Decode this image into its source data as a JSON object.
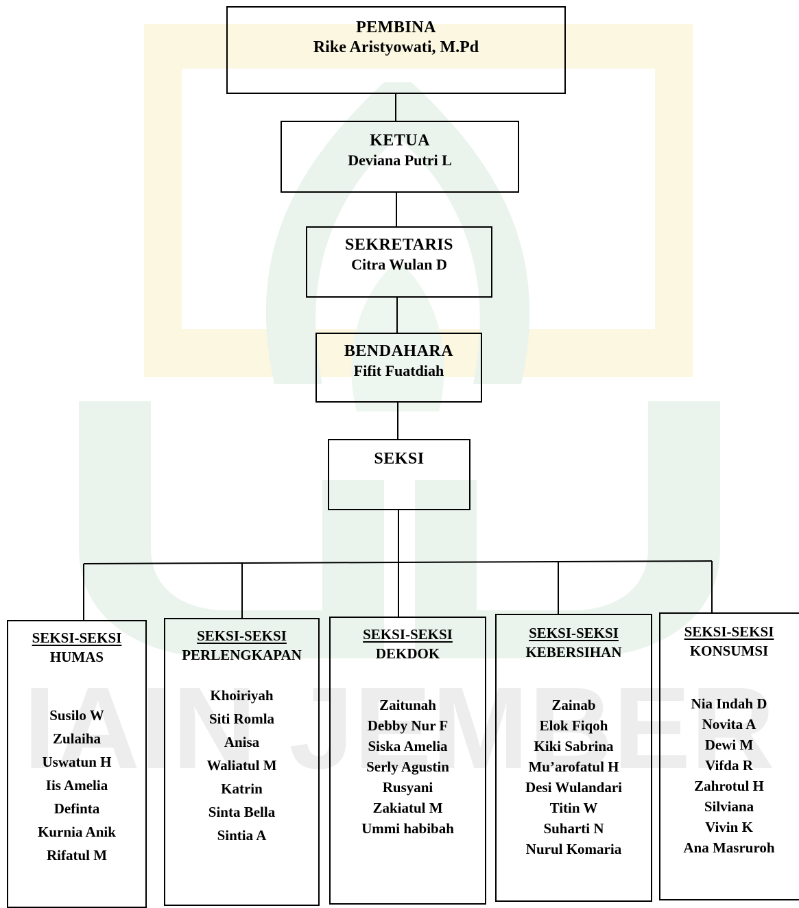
{
  "watermark_text": "IAIN JEMBER",
  "pembina": {
    "role": "PEMBINA",
    "name": "Rike Aristyowati, M.Pd"
  },
  "ketua": {
    "role": "KETUA",
    "name": "Deviana Putri L"
  },
  "sekretaris": {
    "role": "SEKRETARIS",
    "name": "Citra Wulan D"
  },
  "bendahara": {
    "role": "BENDAHARA",
    "name": "Fifit Fuatdiah"
  },
  "seksi": {
    "role": "SEKSI"
  },
  "sections": [
    {
      "title": "SEKSI-SEKSI",
      "subtitle": "HUMAS",
      "members": [
        "Susilo W",
        "Zulaiha",
        "Uswatun H",
        "Iis Amelia",
        "Definta",
        "Kurnia Anik",
        "Rifatul M"
      ]
    },
    {
      "title": "SEKSI-SEKSI",
      "subtitle": "PERLENGKAPAN",
      "members": [
        "Khoiriyah",
        "Siti Romla",
        "Anisa",
        "Waliatul M",
        "Katrin",
        "Sinta Bella",
        "Sintia A"
      ]
    },
    {
      "title": "SEKSI-SEKSI",
      "subtitle": "DEKDOK",
      "members": [
        "Zaitunah",
        "Debby Nur F",
        "Siska Amelia",
        "Serly Agustin",
        "Rusyani",
        "Zakiatul M",
        "Ummi habibah"
      ]
    },
    {
      "title": "SEKSI-SEKSI",
      "subtitle": "KEBERSIHAN",
      "members": [
        "Zainab",
        "Elok Fiqoh",
        "Kiki Sabrina",
        "Mu’arofatul H",
        "Desi Wulandari",
        "Titin W",
        "Suharti N",
        "Nurul  Komaria"
      ]
    },
    {
      "title": "SEKSI-SEKSI",
      "subtitle": "KONSUMSI",
      "members": [
        "Nia Indah D",
        "Novita A",
        "Dewi M",
        "Vifda R",
        "Zahrotul H",
        "Silviana",
        "Vivin K",
        "Ana Masruroh"
      ]
    }
  ],
  "colors": {
    "watermark_green": "#eaf4ec",
    "watermark_yellow": "#fbf7e0",
    "watermark_text": "#ededed",
    "line": "#000000"
  }
}
